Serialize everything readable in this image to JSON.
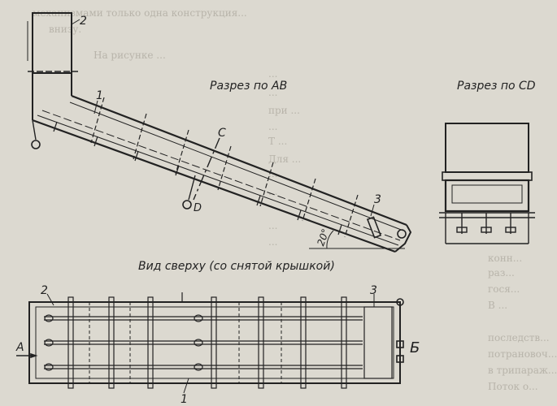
{
  "labels": {
    "section_ab": "Разрез по АВ",
    "section_cd": "Разрез по CD",
    "top_view": "Вид сверху (со снятой крышкой)",
    "num_1_upper": "1",
    "num_2_upper": "2",
    "num_3_upper": "3",
    "num_c": "C",
    "num_d": "D",
    "angle": "20°",
    "num_2_lower": "2",
    "num_3_lower": "3",
    "num_1_lower": "1",
    "letter_a": "A",
    "letter_b": "Б"
  },
  "background_text": [
    "механизмами только одна конструкция...",
    "внизу.",
    "На рисунке ...",
    "...",
    "...",
    "при ...",
    "...",
    "Т ...",
    "Для ...",
    "...",
    "...",
    "...",
    "...",
    "конн...",
    "раз...",
    "гося...",
    "В ...",
    "последств...",
    "потрановоч...",
    "в трипараж...",
    "Поток о..."
  ],
  "colors": {
    "ink": "#222222",
    "paper": "#dcd9d0",
    "faint": "#b8b4aa"
  }
}
